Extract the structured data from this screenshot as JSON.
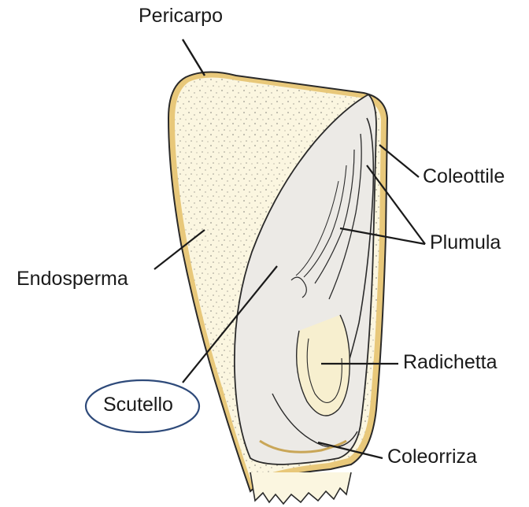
{
  "diagram": {
    "labels": {
      "pericarpo": "Pericarpo",
      "coleottile": "Coleottile",
      "plumula": "Plumula",
      "endosperma": "Endosperma",
      "radichetta": "Radichetta",
      "scutello": "Scutello",
      "coleorriza": "Coleorriza"
    },
    "highlighted_label": "Scutello",
    "colors": {
      "pericarp": "#e8c87a",
      "endosperm": "#fbf6e0",
      "embryo": "#eceae6",
      "outline": "#2a2a2a",
      "highlight_ring": "#2e4a7a"
    }
  }
}
